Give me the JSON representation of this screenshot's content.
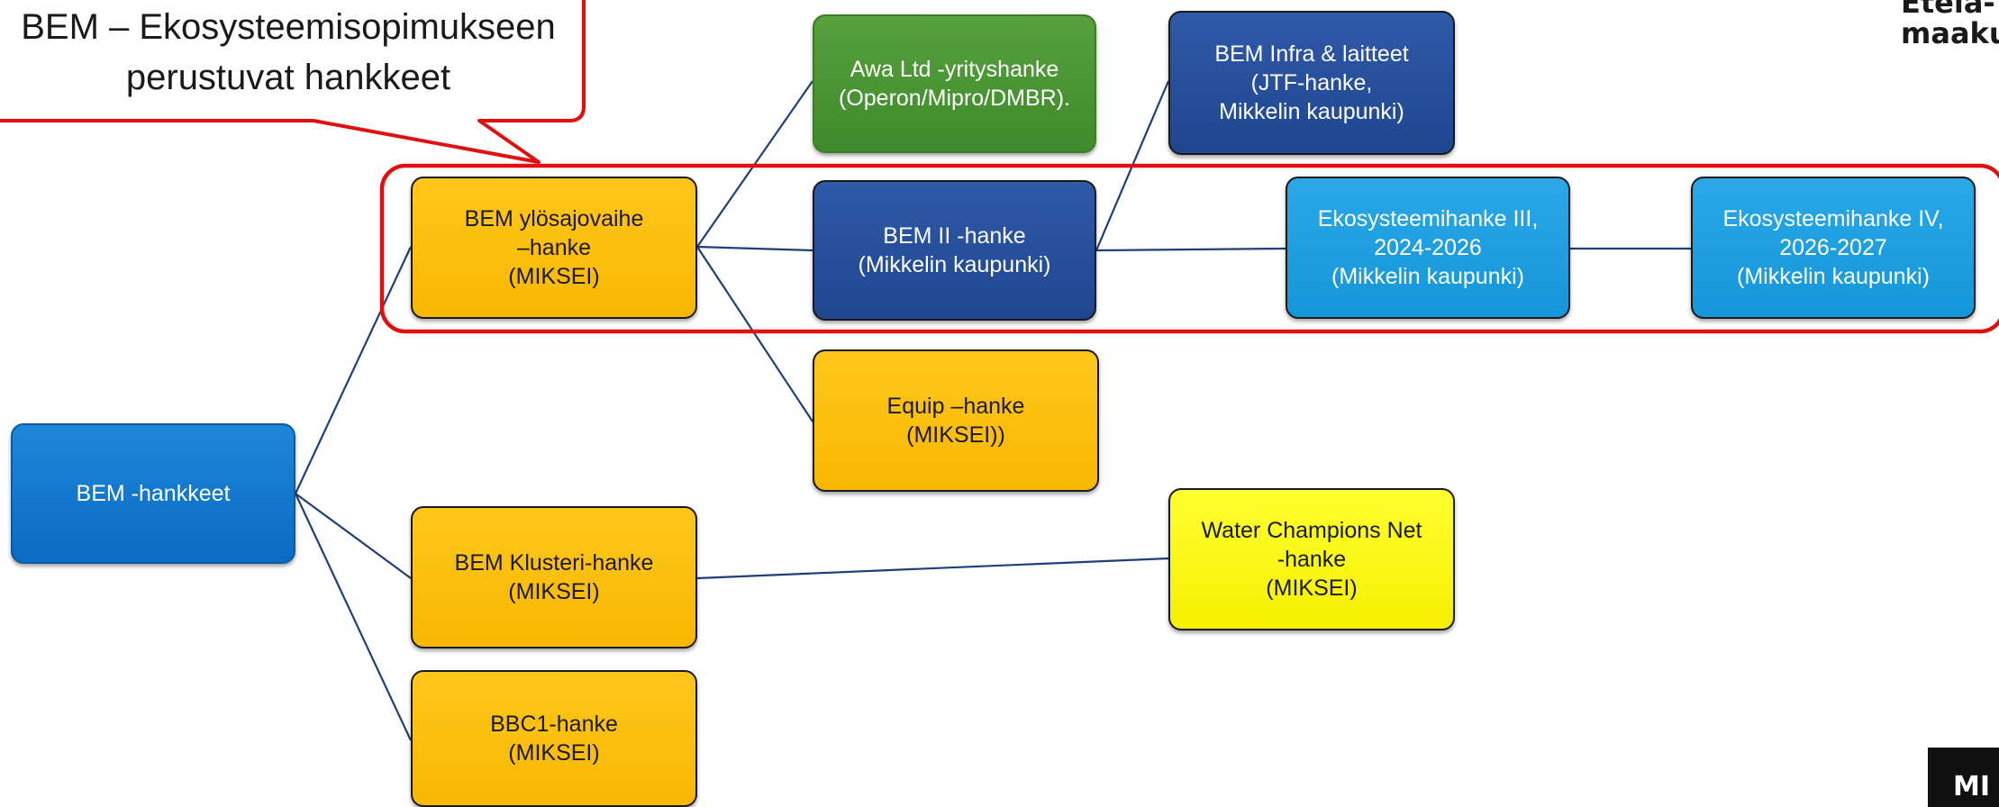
{
  "callout": {
    "text": "BEM – Ekosysteemisopimukseen\nperustuvat hankkeet"
  },
  "logo": {
    "text": "Etelä-\nmaaku"
  },
  "corner_badge": {
    "text": "MI"
  },
  "nodes": {
    "bem_hankkeet": "BEM -hankkeet",
    "bem_ylosajovaihe": "BEM ylösajovaihe\n–hanke\n(MIKSEI)",
    "bem_klusteri": "BEM Klusteri-hanke\n(MIKSEI)",
    "bbc1": "BBC1-hanke\n(MIKSEI)",
    "awa_ltd": "Awa Ltd -yrityshanke\n(Operon/Mipro/DMBR).",
    "bem_ii": "BEM II -hanke\n(Mikkelin kaupunki)",
    "equip": "Equip –hanke\n(MIKSEI))",
    "bem_infra": "BEM Infra & laitteet\n(JTF-hanke,\nMikkelin kaupunki)",
    "ekosysteemi_iii": "Ekosysteemihanke III,\n2024-2026\n(Mikkelin kaupunki)",
    "ekosysteemi_iv": "Ekosysteemihanke IV,\n2026-2027\n(Mikkelin kaupunki)",
    "water_champions": "Water Champions Net\n-hanke\n(MIKSEI)"
  },
  "colors": {
    "connector": "#1f3f7a",
    "highlight": "#e01010",
    "blue": "#0a6cc4",
    "dark_blue": "#1f4690",
    "light_blue": "#1496da",
    "green": "#3f8a2c",
    "orange": "#f8b800",
    "yellow": "#f5f000"
  }
}
